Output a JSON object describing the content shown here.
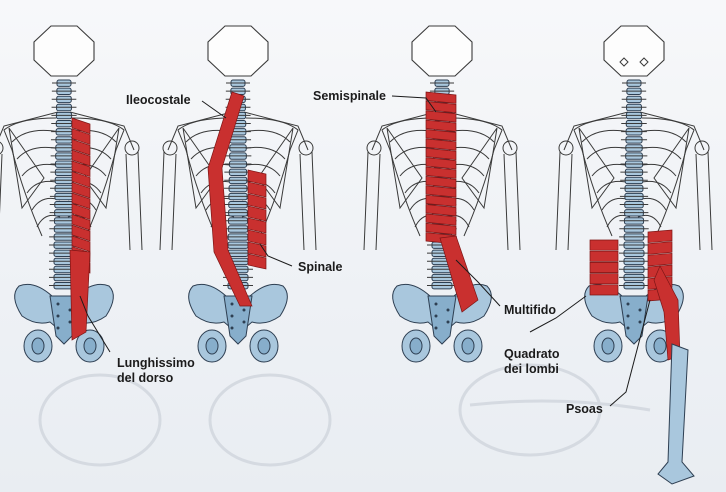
{
  "labels": {
    "ileocostale": "Ileocostale",
    "lunghissimo_line1": "Lunghissimo",
    "lunghissimo_line2": "del dorso",
    "spinale": "Spinale",
    "semispinale": "Semispinale",
    "multifido": "Multifido",
    "quadrato_line1": "Quadrato",
    "quadrato_line2": "dei lombi",
    "psoas": "Psoas"
  },
  "colors": {
    "muscle": "#c9302f",
    "bone": "#a9c7dd",
    "outline": "#3a3a3a"
  }
}
